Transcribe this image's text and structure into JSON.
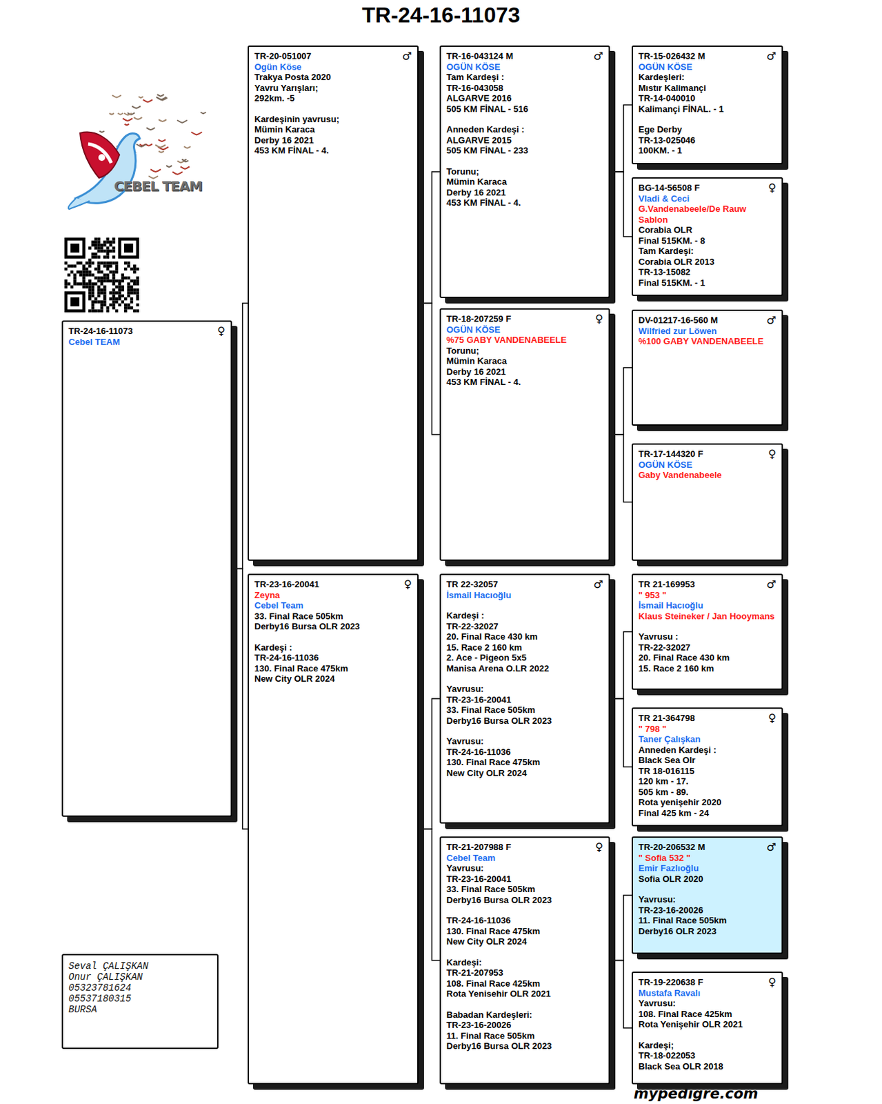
{
  "diagram": {
    "title": "TR-24-16-11073",
    "nodes": [
      {
        "text": [
          "TR-24-16-11073",
          "Cebel TEAM",
          "♀"
        ]
      },
      {
        "text": [
          "TR-20-051007",
          "Ogün Köse",
          "Trakya Posta 2020",
          "Yavru Yarışları;",
          "292km. -5",
          "Kardeşinin yavrusu;",
          "Mümin Karaca",
          "Derby 16 2021",
          "453 KM FİNAL - 4.",
          "♂"
        ]
      },
      {
        "text": [
          "TR-23-16-20041",
          "Zeyna",
          "Cebel Team",
          "33. Final Race 505km",
          "Derby16 Bursa OLR 2023",
          "Kardeşi :",
          "TR-24-16-11036",
          "130. Final Race 475km",
          "New City OLR 2024",
          "♀"
        ]
      },
      {
        "text": [
          "TR-16-043124 M",
          "OGÜN KÖSE",
          "Tam Kardeşi :",
          "TR-16-043058",
          "ALGARVE 2016",
          "505 KM FİNAL - 516",
          "Anneden Kardeşi :",
          "ALGARVE 2015",
          "505 KM FİNAL - 233",
          "Torunu;",
          "Mümin Karaca",
          "Derby 16 2021",
          "453 KM FİNAL - 4.",
          "♂"
        ]
      },
      {
        "text": [
          "TR-18-207259 F",
          "OGÜN KÖSE",
          "%75 GABY VANDENABEELE",
          "Torunu;",
          "Mümin Karaca",
          "Derby 16 2021",
          "453 KM FİNAL - 4.",
          "♀"
        ]
      },
      {
        "text": [
          "TR 22-32057",
          "İsmail Hacıoğlu",
          "Kardeşi :",
          "TR-22-32027",
          "20. Final Race 430 km",
          "15. Race 2 160 km",
          "2. Ace - Pigeon 5x5",
          "Manisa Arena O.LR 2022",
          "Yavrusu:",
          "TR-23-16-20041",
          "33. Final Race 505km",
          "Derby16 Bursa OLR 2023",
          "Yavrusu:",
          "TR-24-16-11036",
          "130. Final Race 475km",
          "New City OLR 2024",
          "♂"
        ]
      },
      {
        "text": [
          "TR-21-207988 F",
          "Cebel Team",
          "Yavrusu:",
          "TR-23-16-20041",
          "33. Final Race 505km",
          "Derby16 Bursa OLR 2023",
          "TR-24-16-11036",
          "130. Final Race 475km",
          "New City OLR 2024",
          "Kardeşi:",
          "TR-21-207953",
          "108. Final Race 425km",
          "Rota Yenisehir OLR 2021",
          "Babadan Kardeşleri:",
          "TR-23-16-20026",
          "11. Final Race 505km",
          "Derby16 Bursa OLR 2023",
          "♀"
        ]
      },
      {
        "text": [
          "TR-15-026432 M",
          "OGÜN KÖSE",
          "Kardeşleri:",
          "Mıstır Kalimançi",
          "TR-14-040010",
          "Kalimançi FİNAL. - 1",
          "Ege Derby",
          "TR-13-025046",
          "100KM. - 1",
          "♂"
        ]
      },
      {
        "text": [
          "BG-14-56508 F",
          "Vladi & Ceci",
          "G.Vandenabeele/De Rauw Sablon",
          "Corabia OLR",
          "Final 515KM. - 8",
          "Tam Kardeşi:",
          "Corabia OLR 2013",
          "TR-13-15082",
          "Final 515KM. - 1",
          "♀"
        ]
      },
      {
        "text": [
          "DV-01217-16-560 M",
          "Wilfried zur Löwen",
          "%100 GABY VANDENABEELE",
          "♂"
        ]
      },
      {
        "text": [
          "TR-17-144320 F",
          "OGÜN KÖSE",
          "Gaby Vandenabeele",
          "♀"
        ]
      },
      {
        "text": [
          "TR 21-169953",
          "\" 953 \"",
          "İsmail Hacıoğlu",
          "Klaus Steineker / Jan Hooymans",
          "Yavrusu :",
          "TR-22-32027",
          "20. Final Race 430 km",
          "15. Race 2 160 km",
          "♂"
        ]
      },
      {
        "text": [
          "TR 21-364798",
          "\" 798 \"",
          "Taner Çalışkan",
          "Anneden Kardeşi :",
          "Black Sea Olr",
          "TR 18-016115",
          "120 km - 17.",
          "505 km - 89.",
          "Rota yenişehir 2020",
          "Final 425 km - 24",
          "♀"
        ]
      },
      {
        "text": [
          "TR-20-206532 M",
          "\" Sofia 532 \"",
          "Emir Fazlıoğlu",
          "Sofia OLR 2020",
          "Yavrusu:",
          "TR-23-16-20026",
          "11. Final Race 505km",
          "Derby16 OLR 2023",
          "♂"
        ]
      },
      {
        "text": [
          "TR-19-220638 F",
          "Mustafa Ravalı",
          "Yavrusu:",
          "108. Final Race 425km",
          "Rota Yenişehir OLR 2021",
          "Kardeşi;",
          "TR-18-022053",
          "Black Sea OLR 2018",
          "♀"
        ]
      },
      {
        "text": [
          "Seval ÇALIŞKAN",
          "Onur ÇALIŞKAN",
          "05323781624",
          "05537180315",
          "BURSA"
        ]
      }
    ],
    "edges": [
      {
        "from": 0,
        "to": 1,
        "arrow": "none"
      },
      {
        "from": 0,
        "to": 2,
        "arrow": "none"
      },
      {
        "from": 1,
        "to": 3,
        "arrow": "none"
      },
      {
        "from": 1,
        "to": 4,
        "arrow": "none"
      },
      {
        "from": 2,
        "to": 5,
        "arrow": "none"
      },
      {
        "from": 2,
        "to": 6,
        "arrow": "none"
      },
      {
        "from": 3,
        "to": 7,
        "arrow": "none"
      },
      {
        "from": 3,
        "to": 8,
        "arrow": "none"
      },
      {
        "from": 4,
        "to": 9,
        "arrow": "none"
      },
      {
        "from": 4,
        "to": 10,
        "arrow": "none"
      },
      {
        "from": 5,
        "to": 11,
        "arrow": "none"
      },
      {
        "from": 5,
        "to": 12,
        "arrow": "none"
      },
      {
        "from": 6,
        "to": 13,
        "arrow": "none"
      },
      {
        "from": 6,
        "to": 14,
        "arrow": "none"
      }
    ],
    "labels": [
      "CEBEL TEAM",
      "mypedigre.com"
    ]
  }
}
